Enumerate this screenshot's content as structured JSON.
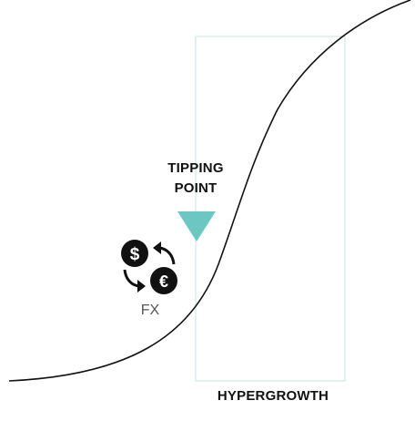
{
  "labels": {
    "tipping_line1": "TIPPING",
    "tipping_line2": "POINT",
    "fx": "FX",
    "hypergrowth": "HYPERGROWTH"
  },
  "icons": {
    "marker": "triangle-down-icon",
    "dollar": "dollar-coin-icon",
    "euro": "euro-coin-icon",
    "exchange": "currency-exchange-arrows-icon"
  },
  "colors": {
    "curve": "#111111",
    "marker": "#6cc7c3",
    "panel_outline": "#cfe8e6",
    "coin": "#111111",
    "coin_symbol": "#ffffff",
    "fx_text": "#555555",
    "label_text": "#111111"
  }
}
